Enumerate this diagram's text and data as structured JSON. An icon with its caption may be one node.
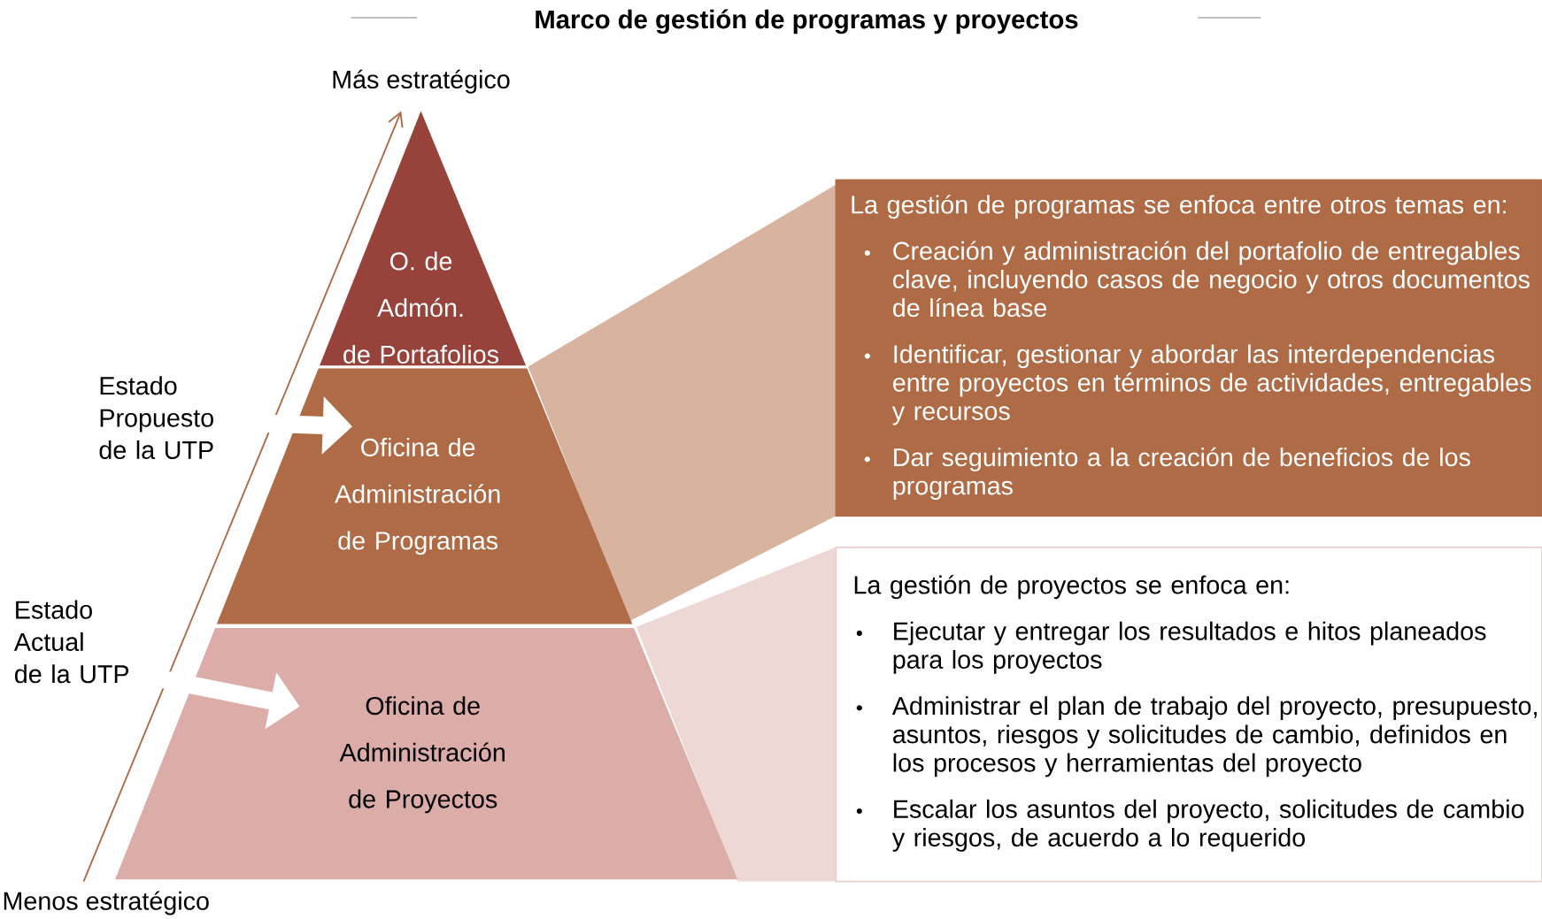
{
  "diagram": {
    "title": "Marco de gestión de programas y proyectos",
    "nodes": [
      {
        "text": [
          "O. de Admón. de Portafolios"
        ]
      },
      {
        "text": [
          "Oficina de Administración de Programas"
        ]
      },
      {
        "text": [
          "Oficina de Administración de Proyectos"
        ]
      },
      {
        "text": [
          "La gestión de programas se enfoca entre otros temas en:",
          "Creación y administración del portafolio de entregables clave, incluyendo casos de negocio y otros documentos de línea base",
          "Identificar, gestionar y abordar las interdependencias entre proyectos en términos de actividades, entregables y recursos",
          "Dar seguimiento a la creación de beneficios de los programas"
        ]
      },
      {
        "text": [
          "La gestión de proyectos se enfoca en:",
          "Ejecutar y entregar los resultados e hitos planeados para los proyectos",
          "Administrar el plan de trabajo del proyecto, presupuesto, asuntos, riesgos y solicitudes de cambio, definidos en los procesos y herramientas del proyecto",
          "Escalar los asuntos del proyecto, solicitudes de cambio y riesgos, de acuerdo a lo requerido"
        ]
      },
      {
        "text": [
          "Estado Propuesto de la UTP"
        ]
      },
      {
        "text": [
          "Estado Actual de la UTP"
        ]
      },
      {
        "text": [],
        "shape": "band"
      },
      {
        "text": [],
        "shape": "band"
      }
    ],
    "edges": [
      {
        "from": 5,
        "to": 1,
        "arrow": "to"
      },
      {
        "from": 6,
        "to": 2,
        "arrow": "to"
      }
    ],
    "labels": [
      "Más estratégico",
      "Menos estratégico"
    ]
  }
}
